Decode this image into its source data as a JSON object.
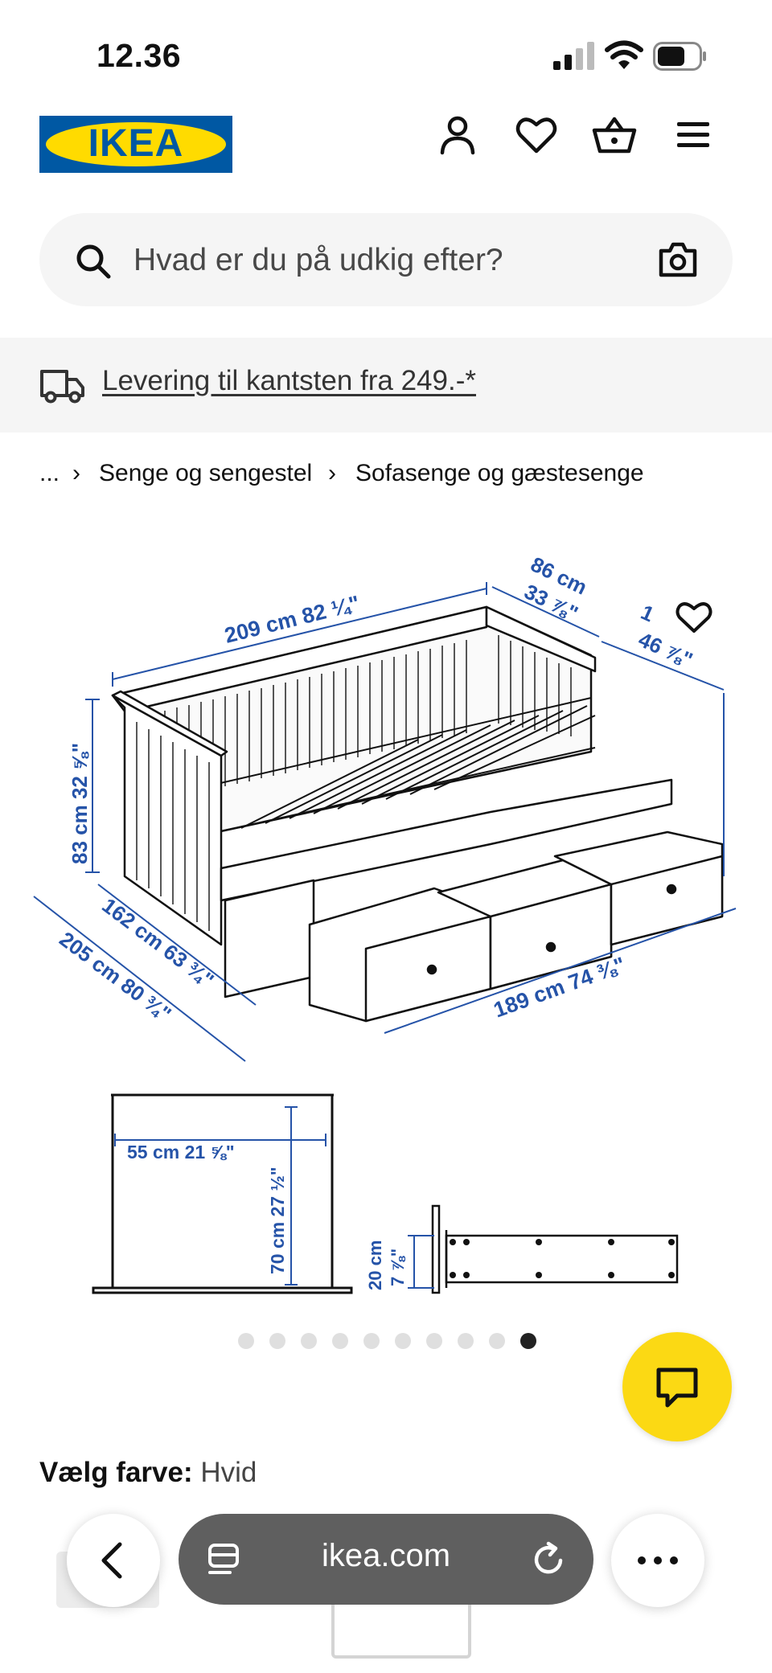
{
  "status_bar": {
    "time": "12.36"
  },
  "header": {
    "logo_text": "IKEA"
  },
  "search": {
    "placeholder": "Hvad er du på udkig efter?"
  },
  "delivery": {
    "text": "Levering til kantsten fra 249.-*"
  },
  "breadcrumb": {
    "ellipsis": "...",
    "items": [
      "Senge og sengestel",
      "Sofasenge og gæstesenge"
    ]
  },
  "product_image": {
    "dims": {
      "length_top": "209 cm 82 ¼\"",
      "depth_cm": "86 cm",
      "depth_in": "33 ⅞\"",
      "height_right_cm": "1",
      "height_right_in": "46 ⅞\"",
      "height_left": "83 cm 32 ⅝\"",
      "width_mid": "162 cm 63 ¾\"",
      "width_full": "205 cm 80 ¾\"",
      "length_bottom": "189 cm 74 ⅜\"",
      "inner_width": "55 cm 21 ⅝\"",
      "inner_height": "70 cm 27 ½\"",
      "drawer_h_cm": "20 cm",
      "drawer_h_in": "7 ⅞\""
    },
    "carousel": {
      "count": 10,
      "active_index": 9
    }
  },
  "color_selector": {
    "label": "Vælg farve:",
    "value": "Hvid"
  },
  "browser": {
    "url": "ikea.com"
  },
  "colors": {
    "ikea_blue": "#0058a3",
    "ikea_yellow": "#ffdb00",
    "chat_yellow": "#fbd914",
    "dimension_blue": "#2553a8"
  }
}
